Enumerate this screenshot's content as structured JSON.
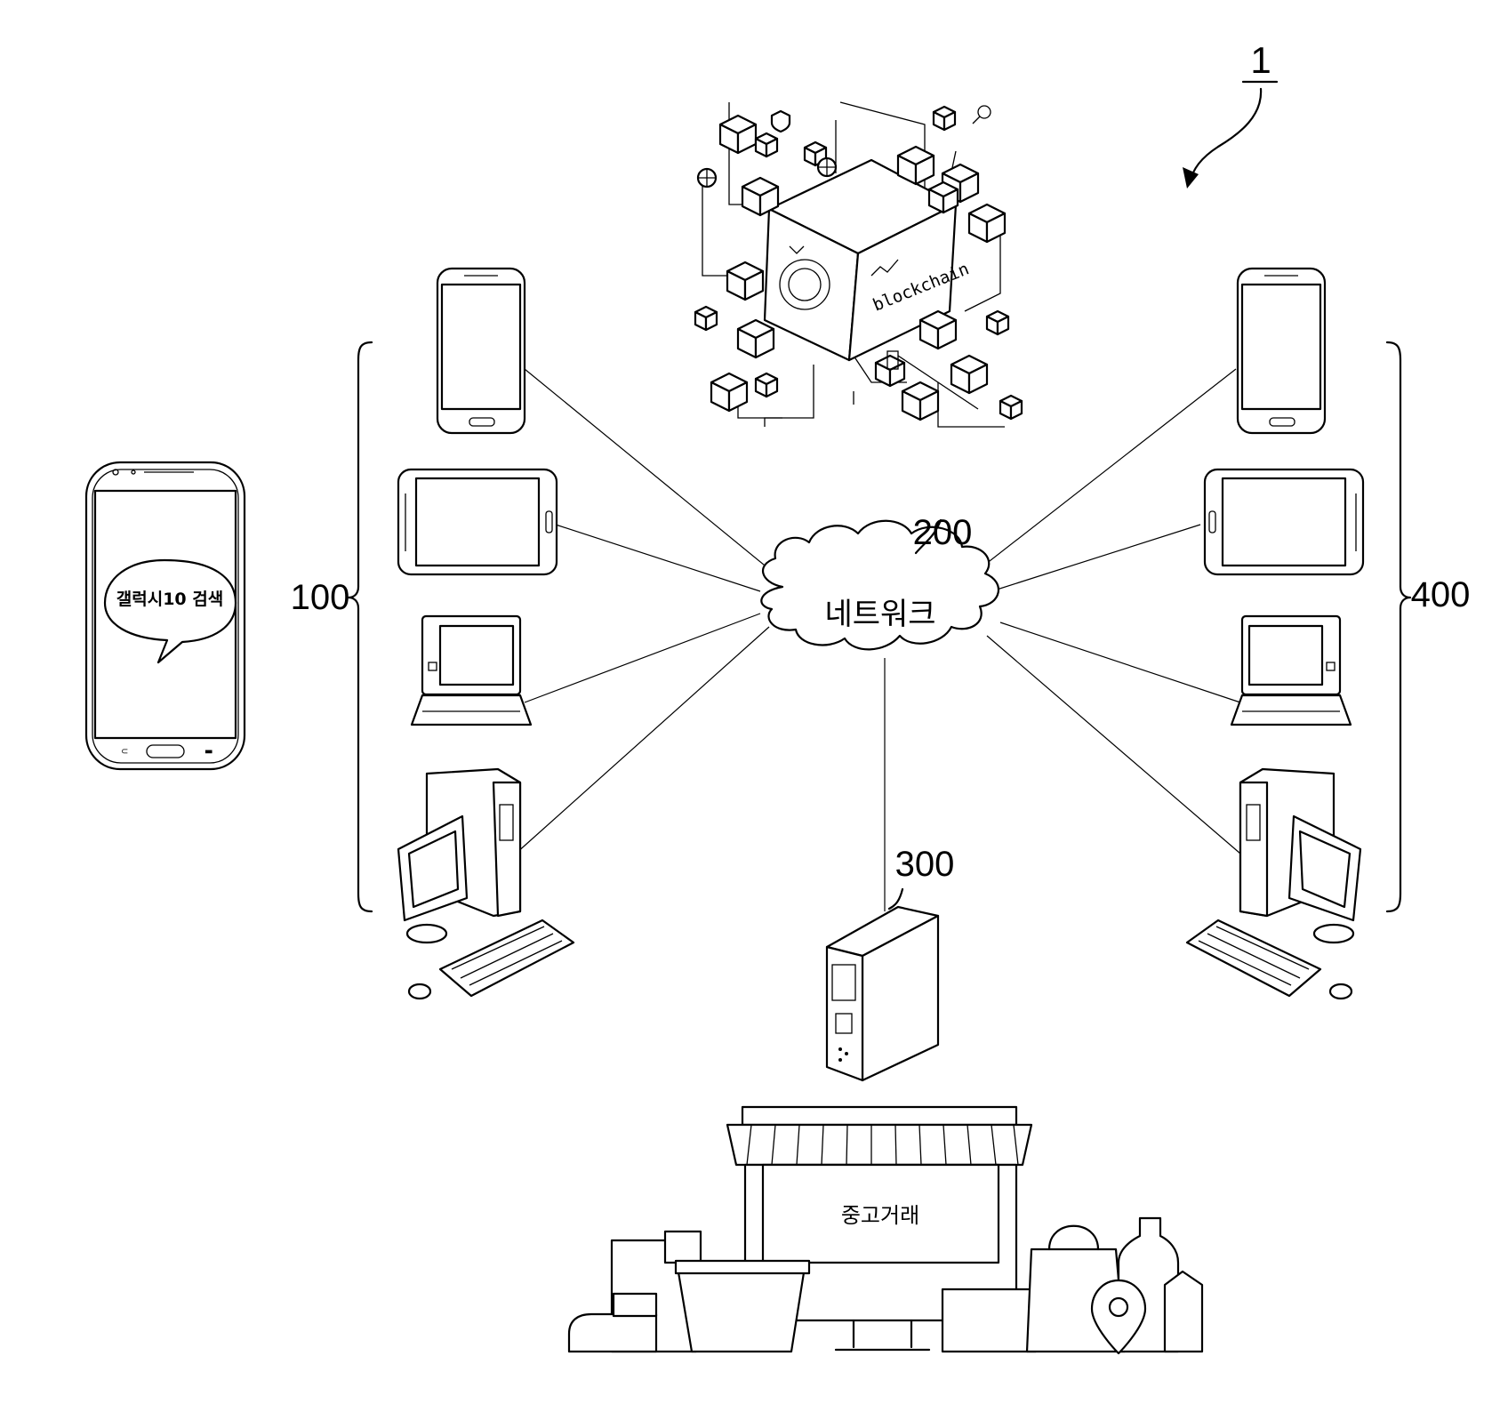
{
  "figure_number": "1",
  "labels": {
    "user_terminals": "100",
    "network": "200",
    "server": "300",
    "seller_terminals": "400"
  },
  "network_text": "네트워크",
  "speech_bubble_text": "갤럭시10 검색",
  "blockchain_text": "blockchain",
  "store_sign_text": "중고거래"
}
